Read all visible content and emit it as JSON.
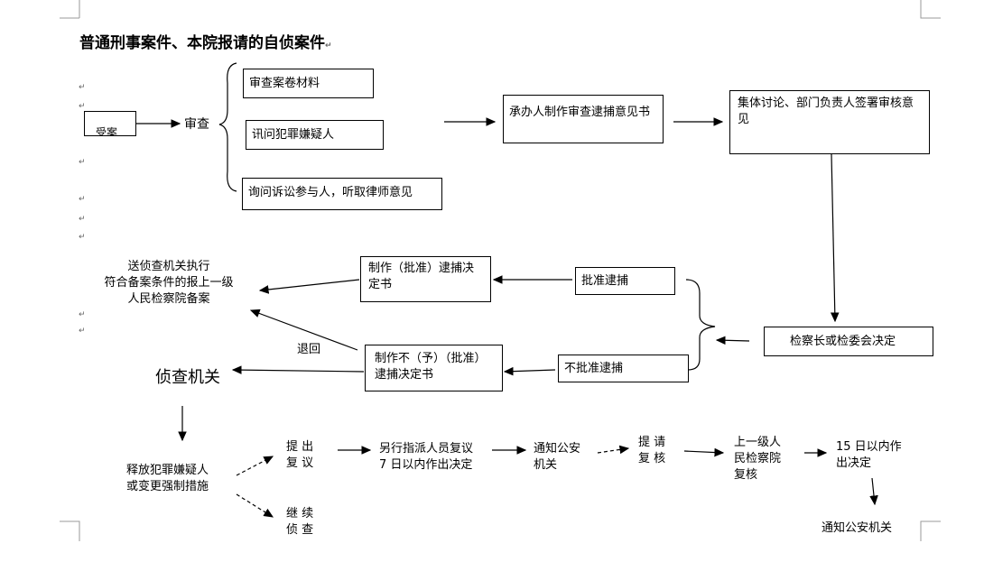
{
  "title": "普通刑事案件、本院报请的自侦案件",
  "para_mark": "↵",
  "nodes": {
    "cut_box": "受案",
    "review": "审查",
    "review_materials": "审查案卷材料",
    "interrogate": "讯问犯罪嫌疑人",
    "inquire": "询问诉讼参与人，听取律师意见",
    "handler": "承办人制作审查逮捕意见书",
    "collective": "集体讨论、部门负责人签署审核意见",
    "chief_decision": "检察长或检委会决定",
    "approve": "批准逮捕",
    "not_approve": "不批准逮捕",
    "make_approve": "制作（批准）逮捕决定书",
    "make_not_approve": "制作不（予）（批准）逮捕决定书",
    "send_execute": "送侦查机关执行\n符合备案条件的报上一级\n人民检察院备案",
    "return": "退回",
    "investigation_org": "侦查机关",
    "release": "释放犯罪嫌疑人\n或变更强制措施",
    "reconsider": "提  出\n复  议",
    "continue": "继  续\n侦  查",
    "reassign": "另行指派人员复议\n7 日以内作出决定",
    "notify_police": "通知公安\n机关",
    "request_review": "提  请\n复  核",
    "superior": "上一级人\n民检察院\n复核",
    "fifteen_days": "15 日以内作\n出决定",
    "notify_police_final": "通知公安机关"
  }
}
